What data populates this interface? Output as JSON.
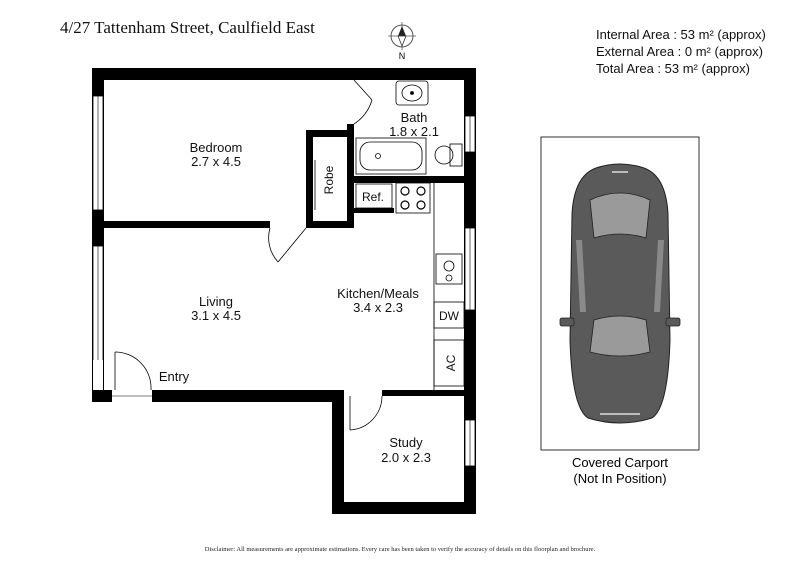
{
  "header": {
    "address": "4/27 Tattenham Street, Caulfield East",
    "internal_area": "Internal Area : 53 m² (approx)",
    "external_area": "External Area : 0 m² (approx)",
    "total_area": "Total Area : 53 m² (approx)"
  },
  "compass": {
    "label": "N"
  },
  "rooms": {
    "bedroom": {
      "name": "Bedroom",
      "size": "2.7 x 4.5"
    },
    "bath": {
      "name": "Bath",
      "size": "1.8 x 2.1"
    },
    "robe": {
      "name": "Robe"
    },
    "ref": {
      "name": "Ref."
    },
    "living": {
      "name": "Living",
      "size": "3.1 x 4.5"
    },
    "kitchen": {
      "name": "Kitchen/Meals",
      "size": "3.4 x 2.3"
    },
    "dw": {
      "name": "DW"
    },
    "ac": {
      "name": "AC"
    },
    "entry": {
      "name": "Entry"
    },
    "study": {
      "name": "Study",
      "size": "2.0 x 2.3"
    }
  },
  "carport": {
    "line1": "Covered Carport",
    "line2": "(Not In Position)"
  },
  "disclaimer": "Disclaimer: All measurements are approximate estimations. Every care has been taken to verify the accuracy of details on this floorplan and brochure."
}
